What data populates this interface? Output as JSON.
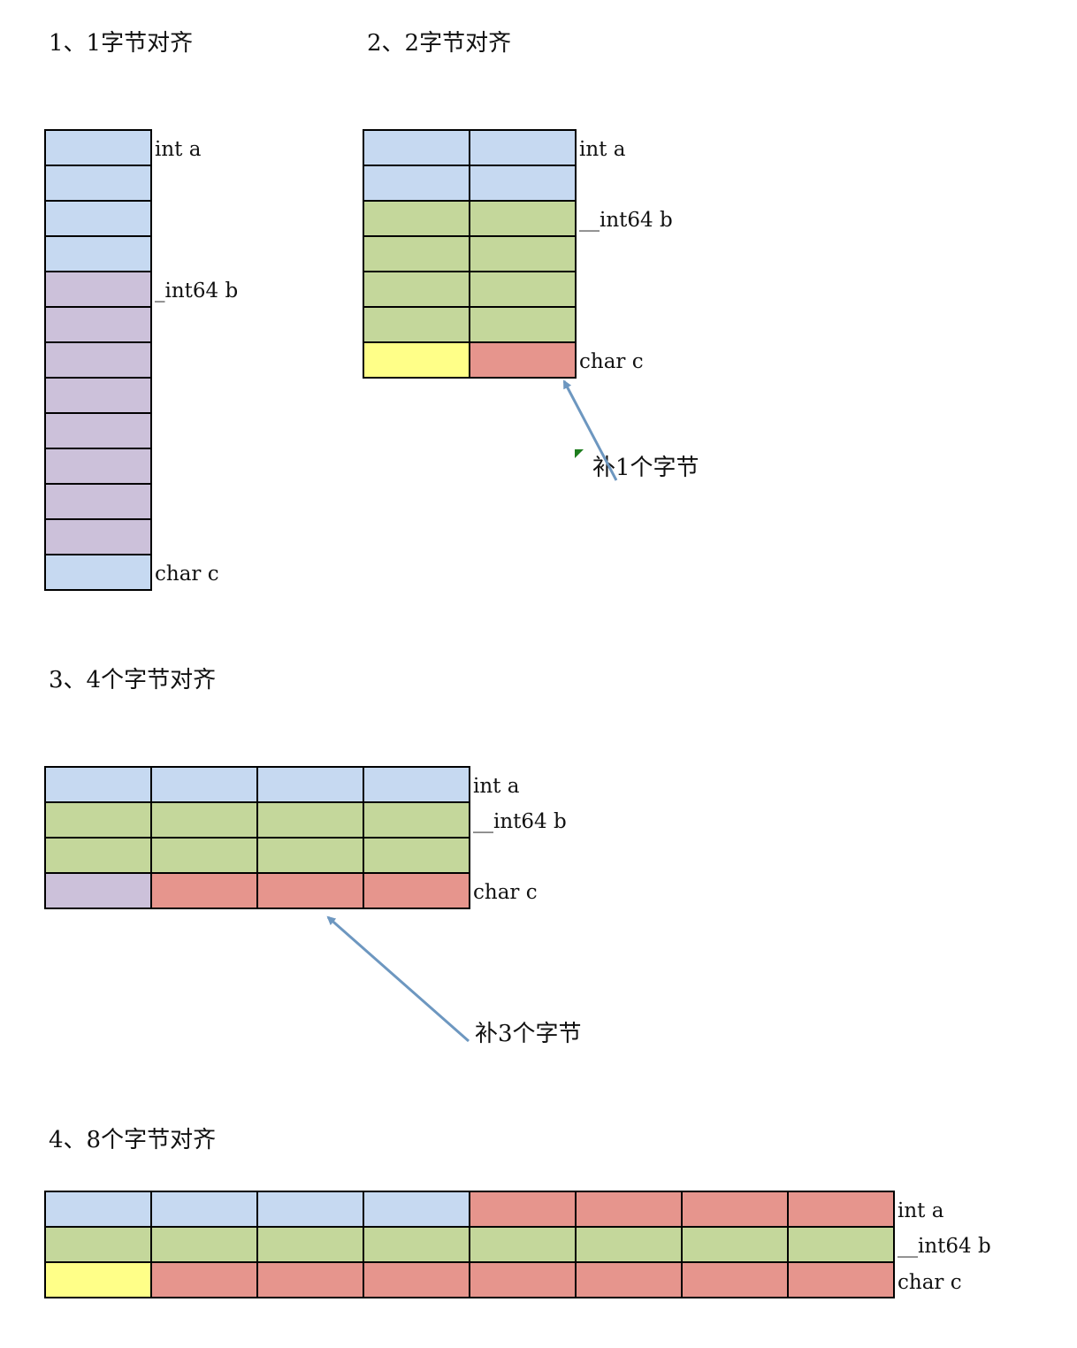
{
  "colors": {
    "blue": "#c6d9f1",
    "purple": "#ccc1da",
    "green": "#c4d79b",
    "yellow": "#ffff88",
    "red": "#e6958d",
    "arrow": "#6d97c0",
    "marker": "#1e7d1e"
  },
  "sections": [
    {
      "title": "1、1字节对齐",
      "columns": 1,
      "rows": [
        [
          "blue"
        ],
        [
          "blue"
        ],
        [
          "blue"
        ],
        [
          "blue"
        ],
        [
          "purple"
        ],
        [
          "purple"
        ],
        [
          "purple"
        ],
        [
          "purple"
        ],
        [
          "purple"
        ],
        [
          "purple"
        ],
        [
          "purple"
        ],
        [
          "purple"
        ],
        [
          "blue"
        ]
      ],
      "labels": [
        {
          "text": "int a",
          "row": 0
        },
        {
          "text": "_int64 b",
          "row": 4
        },
        {
          "text": "char c",
          "row": 12
        }
      ]
    },
    {
      "title": "2、2字节对齐",
      "columns": 2,
      "rows": [
        [
          "blue",
          "blue"
        ],
        [
          "blue",
          "blue"
        ],
        [
          "green",
          "green"
        ],
        [
          "green",
          "green"
        ],
        [
          "green",
          "green"
        ],
        [
          "green",
          "green"
        ],
        [
          "yellow",
          "red"
        ]
      ],
      "labels": [
        {
          "text": "int a",
          "row": 0
        },
        {
          "text": "__int64 b",
          "row": 2
        },
        {
          "text": "char c",
          "row": 6
        }
      ],
      "note": "补1个字节"
    },
    {
      "title": "3、4个字节对齐",
      "columns": 4,
      "rows": [
        [
          "blue",
          "blue",
          "blue",
          "blue"
        ],
        [
          "green",
          "green",
          "green",
          "green"
        ],
        [
          "green",
          "green",
          "green",
          "green"
        ],
        [
          "purple",
          "red",
          "red",
          "red"
        ]
      ],
      "labels": [
        {
          "text": "int a",
          "row": 0
        },
        {
          "text": "__int64 b",
          "row": 1
        },
        {
          "text": "char c",
          "row": 3
        }
      ],
      "note": "补3个字节"
    },
    {
      "title": "4、8个字节对齐",
      "columns": 8,
      "rows": [
        [
          "blue",
          "blue",
          "blue",
          "blue",
          "red",
          "red",
          "red",
          "red"
        ],
        [
          "green",
          "green",
          "green",
          "green",
          "green",
          "green",
          "green",
          "green"
        ],
        [
          "yellow",
          "red",
          "red",
          "red",
          "red",
          "red",
          "red",
          "red"
        ]
      ],
      "labels": [
        {
          "text": "int a",
          "row": 0
        },
        {
          "text": "__int64 b",
          "row": 1
        },
        {
          "text": "char c",
          "row": 2
        }
      ]
    }
  ]
}
